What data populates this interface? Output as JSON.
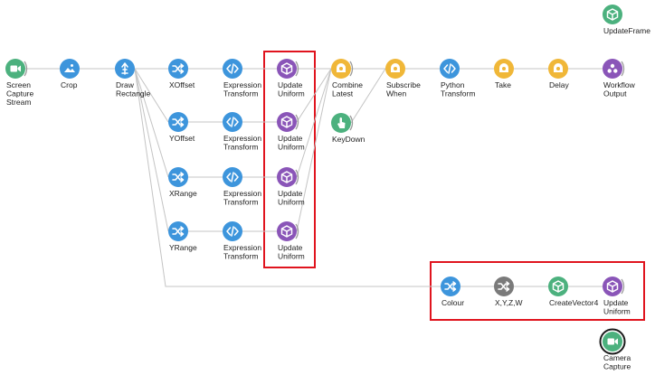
{
  "colors": {
    "green": "#4cb17e",
    "blue": "#3d95dc",
    "purple": "#8a55b8",
    "yellow": "#f0b738",
    "gray": "#7a7a7a",
    "edge": "#c4c4c4",
    "highlight": "#e0141e"
  },
  "nodes": [
    {
      "id": "screen-capture-stream",
      "label": [
        "Screen",
        "Capture",
        "Stream"
      ],
      "color": "green",
      "icon": "video-camera-icon",
      "source": true
    },
    {
      "id": "crop",
      "label": [
        "Crop"
      ],
      "color": "blue",
      "icon": "image-icon"
    },
    {
      "id": "draw-rectangle",
      "label": [
        "Draw",
        "Rectangle"
      ],
      "color": "blue",
      "icon": "rectangle-icon"
    },
    {
      "id": "xoffset",
      "label": [
        "XOffset"
      ],
      "color": "blue",
      "icon": "shuffle-icon"
    },
    {
      "id": "yoffset",
      "label": [
        "YOffset"
      ],
      "color": "blue",
      "icon": "shuffle-icon"
    },
    {
      "id": "xrange",
      "label": [
        "XRange"
      ],
      "color": "blue",
      "icon": "shuffle-icon"
    },
    {
      "id": "yrange",
      "label": [
        "YRange"
      ],
      "color": "blue",
      "icon": "shuffle-icon"
    },
    {
      "id": "expression-transform-1",
      "label": [
        "Expression",
        "Transform"
      ],
      "color": "blue",
      "icon": "code-icon"
    },
    {
      "id": "expression-transform-2",
      "label": [
        "Expression",
        "Transform"
      ],
      "color": "blue",
      "icon": "code-icon"
    },
    {
      "id": "expression-transform-3",
      "label": [
        "Expression",
        "Transform"
      ],
      "color": "blue",
      "icon": "code-icon"
    },
    {
      "id": "expression-transform-4",
      "label": [
        "Expression",
        "Transform"
      ],
      "color": "blue",
      "icon": "code-icon"
    },
    {
      "id": "update-uniform-1",
      "label": [
        "Update",
        "Uniform"
      ],
      "color": "purple",
      "icon": "cube-icon",
      "source": true
    },
    {
      "id": "update-uniform-2",
      "label": [
        "Update",
        "Uniform"
      ],
      "color": "purple",
      "icon": "cube-icon",
      "source": true
    },
    {
      "id": "update-uniform-3",
      "label": [
        "Update",
        "Uniform"
      ],
      "color": "purple",
      "icon": "cube-icon",
      "source": true
    },
    {
      "id": "update-uniform-4",
      "label": [
        "Update",
        "Uniform"
      ],
      "color": "purple",
      "icon": "cube-icon",
      "source": true
    },
    {
      "id": "combine-latest",
      "label": [
        "Combine",
        "Latest"
      ],
      "color": "yellow",
      "icon": "combinator-icon",
      "source": true
    },
    {
      "id": "keydown",
      "label": [
        "KeyDown"
      ],
      "color": "green",
      "icon": "pointer-hand-icon",
      "source": true
    },
    {
      "id": "subscribe-when",
      "label": [
        "Subscribe",
        "When"
      ],
      "color": "yellow",
      "icon": "combinator-icon"
    },
    {
      "id": "python-transform",
      "label": [
        "Python",
        "Transform"
      ],
      "color": "blue",
      "icon": "code-icon"
    },
    {
      "id": "take",
      "label": [
        "Take"
      ],
      "color": "yellow",
      "icon": "combinator-icon"
    },
    {
      "id": "delay",
      "label": [
        "Delay"
      ],
      "color": "yellow",
      "icon": "combinator-icon"
    },
    {
      "id": "workflow-output",
      "label": [
        "Workflow",
        "Output"
      ],
      "color": "purple",
      "icon": "output-dots-icon",
      "source": true
    },
    {
      "id": "update-frame",
      "label": [
        "UpdateFrame"
      ],
      "color": "green",
      "icon": "cube-icon"
    },
    {
      "id": "colour",
      "label": [
        "Colour"
      ],
      "color": "blue",
      "icon": "shuffle-icon"
    },
    {
      "id": "xyzw",
      "label": [
        "X,Y,Z,W"
      ],
      "color": "gray",
      "icon": "shuffle-icon",
      "disabled": true
    },
    {
      "id": "create-vector4",
      "label": [
        "CreateVector4"
      ],
      "color": "green",
      "icon": "cube-icon"
    },
    {
      "id": "update-uniform-5",
      "label": [
        "Update",
        "Uniform"
      ],
      "color": "purple",
      "icon": "cube-icon",
      "source": true
    },
    {
      "id": "camera-capture",
      "label": [
        "Camera",
        "Capture"
      ],
      "color": "green",
      "icon": "video-camera-icon",
      "selected": true
    }
  ],
  "edges": [
    [
      "screen-capture-stream",
      "crop"
    ],
    [
      "crop",
      "draw-rectangle"
    ],
    [
      "draw-rectangle",
      "xoffset"
    ],
    [
      "draw-rectangle",
      "yoffset"
    ],
    [
      "draw-rectangle",
      "xrange"
    ],
    [
      "draw-rectangle",
      "yrange"
    ],
    [
      "draw-rectangle",
      "colour"
    ],
    [
      "xoffset",
      "expression-transform-1"
    ],
    [
      "yoffset",
      "expression-transform-2"
    ],
    [
      "xrange",
      "expression-transform-3"
    ],
    [
      "yrange",
      "expression-transform-4"
    ],
    [
      "expression-transform-1",
      "update-uniform-1"
    ],
    [
      "expression-transform-2",
      "update-uniform-2"
    ],
    [
      "expression-transform-3",
      "update-uniform-3"
    ],
    [
      "expression-transform-4",
      "update-uniform-4"
    ],
    [
      "update-uniform-1",
      "combine-latest"
    ],
    [
      "update-uniform-2",
      "combine-latest"
    ],
    [
      "update-uniform-3",
      "combine-latest"
    ],
    [
      "update-uniform-4",
      "combine-latest"
    ],
    [
      "combine-latest",
      "subscribe-when"
    ],
    [
      "keydown",
      "subscribe-when"
    ],
    [
      "subscribe-when",
      "python-transform"
    ],
    [
      "python-transform",
      "take"
    ],
    [
      "take",
      "delay"
    ],
    [
      "delay",
      "workflow-output"
    ],
    [
      "colour",
      "xyzw"
    ],
    [
      "xyzw",
      "create-vector4"
    ],
    [
      "create-vector4",
      "update-uniform-5"
    ]
  ],
  "highlight_groups": [
    {
      "id": "uniform-group",
      "members": [
        "update-uniform-1",
        "update-uniform-2",
        "update-uniform-3",
        "update-uniform-4"
      ]
    },
    {
      "id": "colour-group",
      "members": [
        "colour",
        "xyzw",
        "create-vector4",
        "update-uniform-5"
      ]
    }
  ]
}
